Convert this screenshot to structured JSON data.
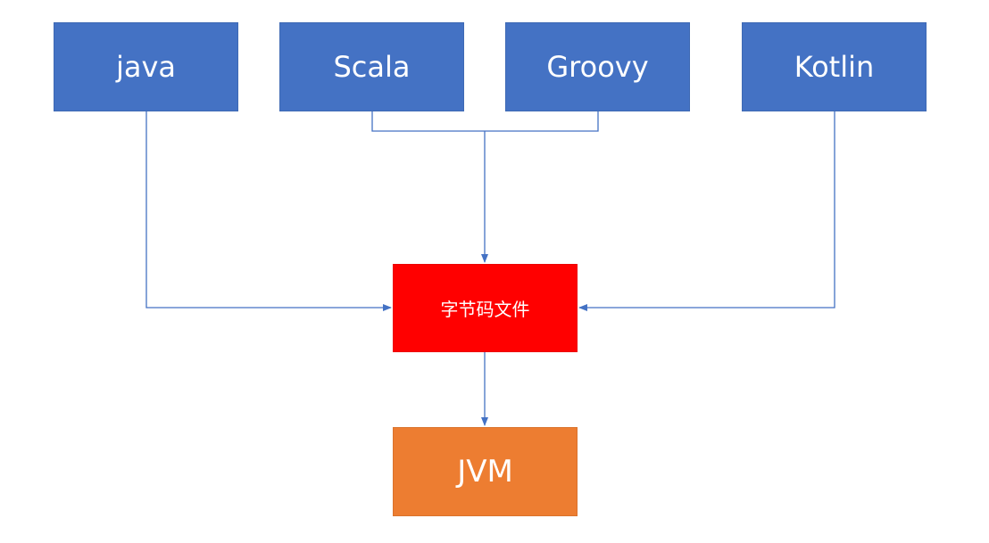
{
  "diagram": {
    "languages": [
      {
        "id": "java",
        "label": "java"
      },
      {
        "id": "scala",
        "label": "Scala"
      },
      {
        "id": "groovy",
        "label": "Groovy"
      },
      {
        "id": "kotlin",
        "label": "Kotlin"
      }
    ],
    "bytecode": {
      "label": "字节码文件"
    },
    "runtime": {
      "label": "JVM"
    }
  },
  "colors": {
    "language_box": "#4472C4",
    "bytecode_box": "#FF0000",
    "runtime_box": "#ED7D31",
    "connector": "#4472C4"
  }
}
